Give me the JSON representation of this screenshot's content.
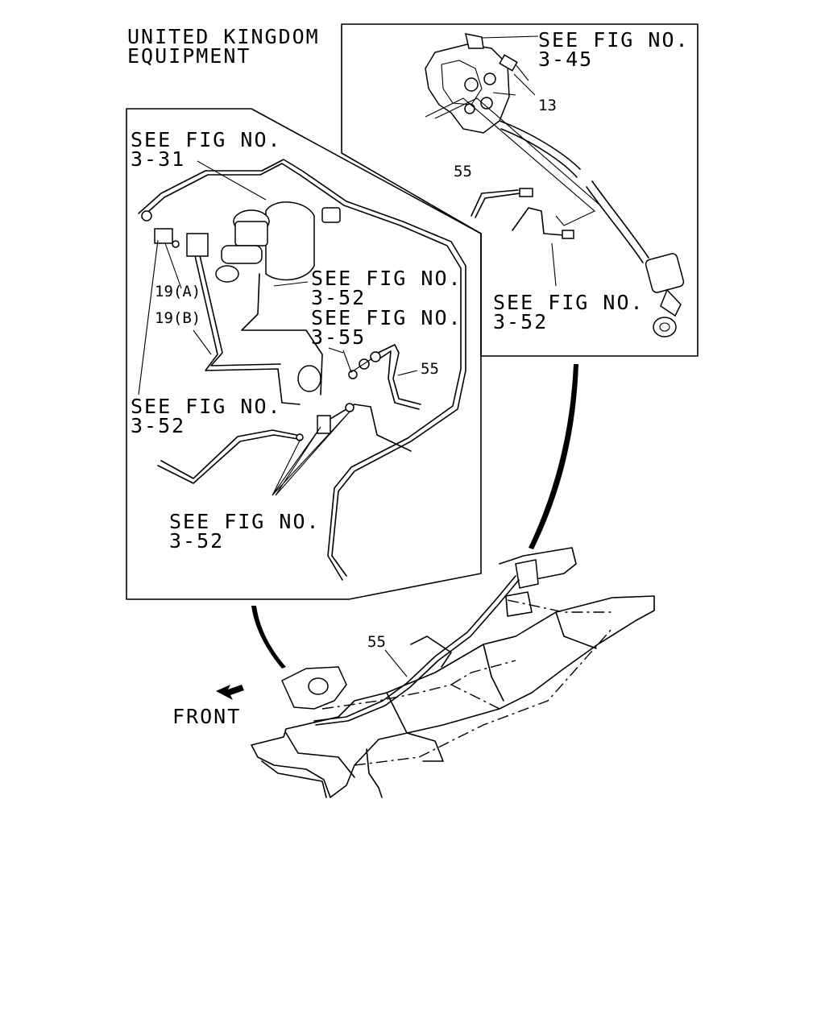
{
  "header": {
    "line1": "UNITED KINGDOM",
    "line2": "EQUIPMENT"
  },
  "top_right_panel": {
    "ref_a_line1": "SEE FIG NO.",
    "ref_a_line2": "3-45",
    "part_13": "13",
    "part_55": "55",
    "ref_b_line1": "SEE FIG NO.",
    "ref_b_line2": "3-52"
  },
  "left_panel": {
    "ref_331_line1": "SEE FIG NO.",
    "ref_331_line2": "3-31",
    "ref_352a_line1": "SEE FIG NO.",
    "ref_352a_line2": "3-52",
    "ref_355_line1": "SEE FIG NO.",
    "ref_355_line2": "3-55",
    "part_19a": "19(A)",
    "part_19b": "19(B)",
    "part_55": "55",
    "ref_352b_line1": "SEE FIG NO.",
    "ref_352b_line2": "3-52",
    "ref_352c_line1": "SEE FIG NO.",
    "ref_352c_line2": "3-52"
  },
  "chassis": {
    "part_55": "55",
    "front_label": "FRONT"
  }
}
